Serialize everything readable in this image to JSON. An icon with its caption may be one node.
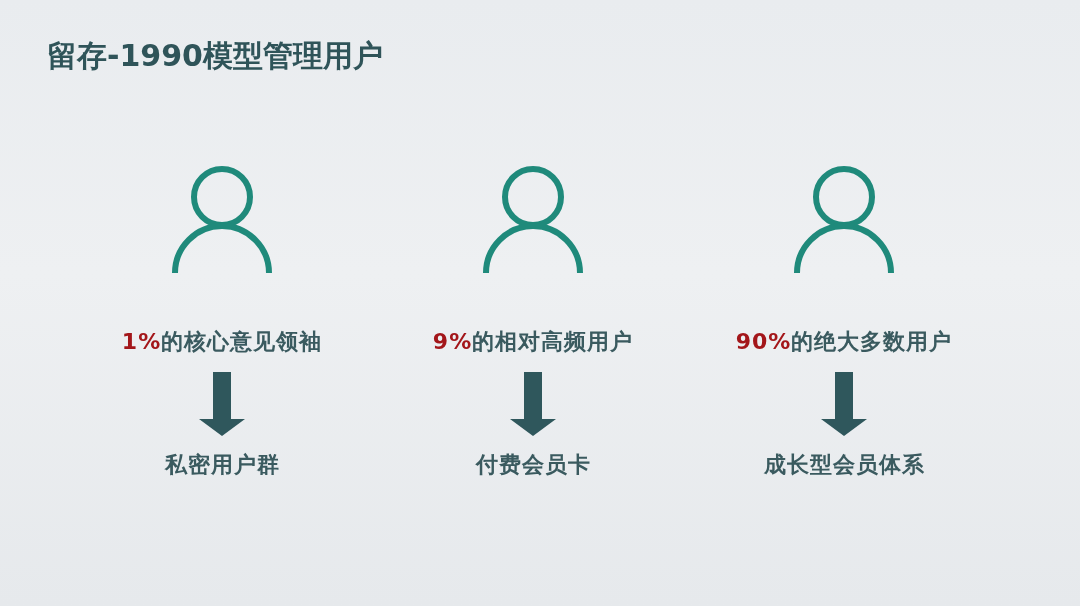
{
  "diagram": {
    "title": "留存-1990模型管理用户",
    "nodes": [
      {
        "text": [
          "**1%**的核心意见领袖"
        ]
      },
      {
        "text": [
          "**9%**的相对高频用户"
        ]
      },
      {
        "text": [
          "**90%**的绝大多数用户"
        ]
      },
      {
        "text": [
          "私密用户群"
        ]
      },
      {
        "text": [
          "付费会员卡"
        ]
      },
      {
        "text": [
          "成长型会员体系"
        ]
      }
    ],
    "edges": [
      {
        "from": 0,
        "to": 3,
        "arrow": "to"
      },
      {
        "from": 1,
        "to": 4,
        "arrow": "to"
      },
      {
        "from": 2,
        "to": 5,
        "arrow": "to"
      }
    ]
  }
}
